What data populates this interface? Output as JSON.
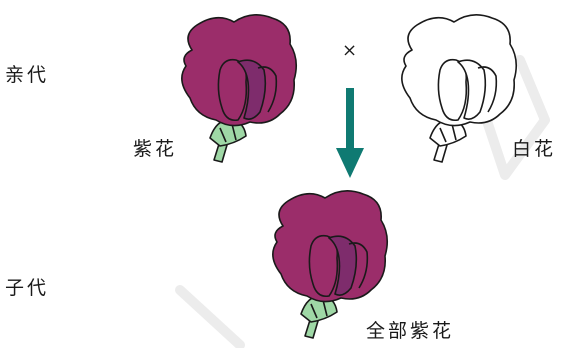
{
  "labels": {
    "parent_generation": "亲代",
    "offspring_generation": "子代",
    "purple_flower": "紫花",
    "white_flower": "白花",
    "all_purple": "全部紫花",
    "cross_symbol": "×"
  },
  "colors": {
    "purple_petal": "#9b2d6a",
    "purple_inner": "#7e2c6c",
    "white_petal": "#ffffff",
    "stem_green": "#9fd8a6",
    "arrow_teal": "#0f7a72",
    "outline": "#1a1a1a"
  }
}
